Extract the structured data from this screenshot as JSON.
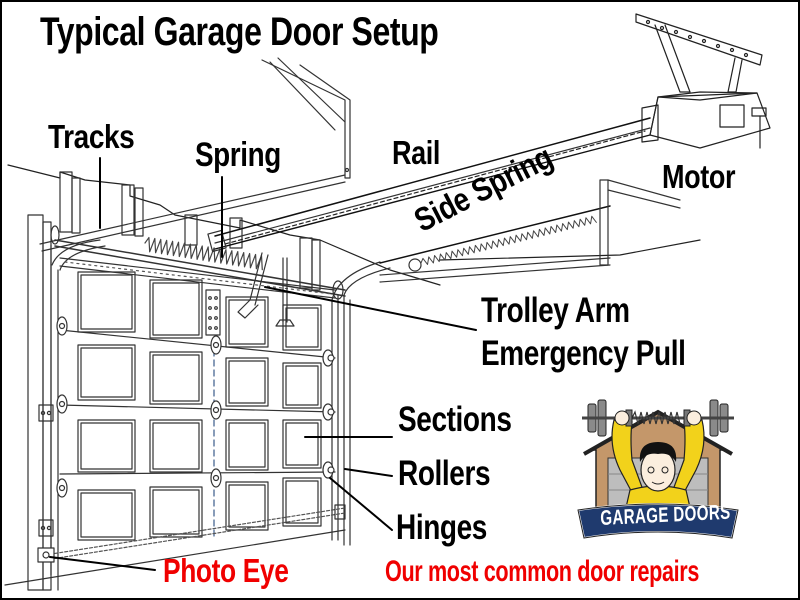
{
  "title": "Typical Garage Door Setup",
  "labels": {
    "tracks": "Tracks",
    "spring": "Spring",
    "rail": "Rail",
    "motor": "Motor",
    "side_spring": "Side Spring",
    "trolley_arm": "Trolley Arm",
    "emergency_pull": "Emergency Pull",
    "sections": "Sections",
    "rollers": "Rollers",
    "hinges": "Hinges",
    "photo_eye": "Photo Eye"
  },
  "footer": {
    "caption": "Our most common door repairs"
  },
  "logo": {
    "text": "GARAGE DOORS",
    "colors": {
      "banner": "#1f3a6e",
      "house": "#c4976a",
      "shirt": "#f2d21b",
      "door": "#b9b9b9"
    }
  },
  "colors": {
    "label": "#000000",
    "highlight": "#f00000",
    "line_art": "#333333",
    "background": "#ffffff"
  },
  "icons": {
    "motor": "garage-opener-motor-icon",
    "logo_mascot": "weightlifter-mascot-icon"
  }
}
